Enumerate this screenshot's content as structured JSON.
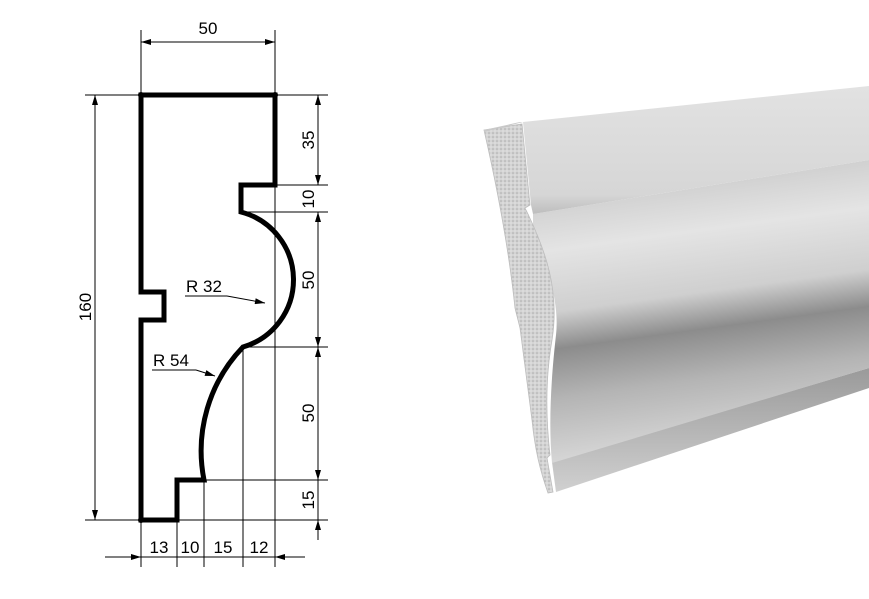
{
  "drawing": {
    "width_label": "50",
    "height_label": "160",
    "right_dims": [
      "35",
      "10",
      "50",
      "50",
      "15"
    ],
    "bottom_dims": [
      "13",
      "10",
      "15",
      "12"
    ],
    "radius_upper": "R 32",
    "radius_lower": "R 54"
  },
  "render": {
    "name": "molding-3d-render",
    "colors": {
      "face": "#d9d9d9",
      "foam": "#cfcfcf",
      "shadow": "#8a8a8a"
    }
  }
}
